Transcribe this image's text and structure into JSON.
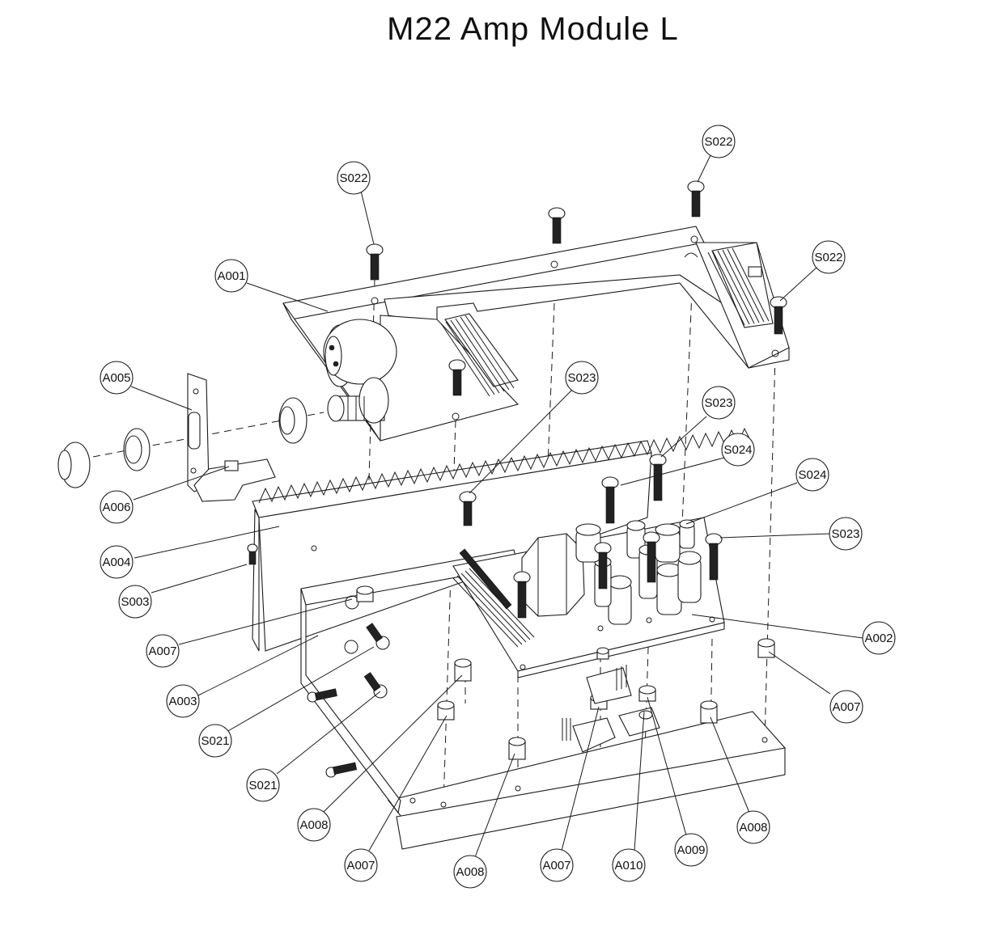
{
  "title": "M22 Amp Module L",
  "callouts": [
    {
      "id": "c1",
      "label": "S022"
    },
    {
      "id": "c2",
      "label": "S022"
    },
    {
      "id": "c3",
      "label": "S022"
    },
    {
      "id": "c4",
      "label": "A001"
    },
    {
      "id": "c5",
      "label": "A005"
    },
    {
      "id": "c6",
      "label": "A006"
    },
    {
      "id": "c7",
      "label": "A004"
    },
    {
      "id": "c8",
      "label": "S003"
    },
    {
      "id": "c9",
      "label": "A007"
    },
    {
      "id": "c10",
      "label": "A003"
    },
    {
      "id": "c11",
      "label": "S021"
    },
    {
      "id": "c12",
      "label": "S021"
    },
    {
      "id": "c13",
      "label": "A008"
    },
    {
      "id": "c14",
      "label": "A007"
    },
    {
      "id": "c15",
      "label": "A008"
    },
    {
      "id": "c16",
      "label": "A007"
    },
    {
      "id": "c17",
      "label": "A010"
    },
    {
      "id": "c18",
      "label": "A009"
    },
    {
      "id": "c19",
      "label": "A008"
    },
    {
      "id": "c20",
      "label": "A007"
    },
    {
      "id": "c21",
      "label": "A002"
    },
    {
      "id": "c22",
      "label": "S023"
    },
    {
      "id": "c23",
      "label": "S024"
    },
    {
      "id": "c24",
      "label": "S024"
    },
    {
      "id": "c25",
      "label": "S023"
    },
    {
      "id": "c26",
      "label": "S023"
    }
  ]
}
